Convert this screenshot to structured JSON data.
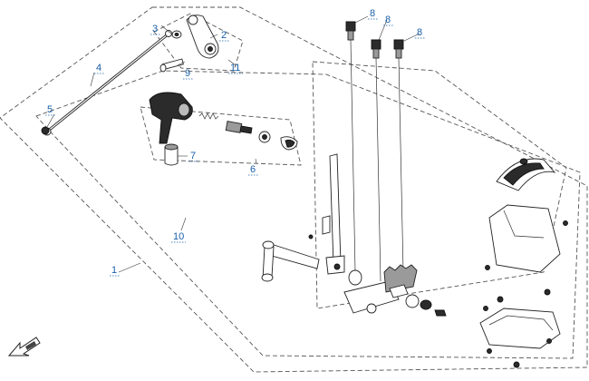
{
  "diagram": {
    "callouts": [
      {
        "id": "c1",
        "label": "1"
      },
      {
        "id": "c2",
        "label": "2"
      },
      {
        "id": "c3",
        "label": "3"
      },
      {
        "id": "c4",
        "label": "4"
      },
      {
        "id": "c5",
        "label": "5"
      },
      {
        "id": "c6",
        "label": "6"
      },
      {
        "id": "c7",
        "label": "7"
      },
      {
        "id": "c8a",
        "label": "8"
      },
      {
        "id": "c8b",
        "label": "8"
      },
      {
        "id": "c8c",
        "label": "8"
      },
      {
        "id": "c9",
        "label": "9"
      },
      {
        "id": "c10",
        "label": "10"
      },
      {
        "id": "c11",
        "label": "11"
      }
    ],
    "orientation_arrow_icon": "front-direction-arrow-icon"
  }
}
